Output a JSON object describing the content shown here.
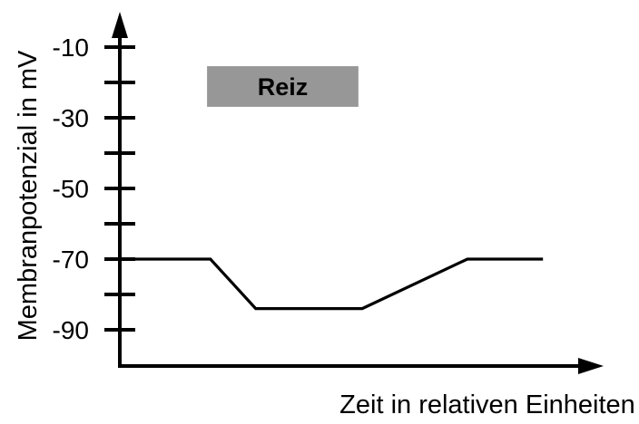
{
  "figure": {
    "background": "#ffffff",
    "axis_color": "#000000",
    "text_color": "#000000"
  },
  "chart_data": {
    "type": "line",
    "title": "",
    "xlabel": "Zeit in relativen Einheiten",
    "ylabel": "Membranpotenzial in mV",
    "xlim": [
      0,
      10
    ],
    "ylim": [
      -100,
      0
    ],
    "grid": false,
    "legend": "none",
    "x_tick_labels": [],
    "y_ticks": [
      {
        "value": -10,
        "label": "-10"
      },
      {
        "value": -20,
        "label": ""
      },
      {
        "value": -30,
        "label": "-30"
      },
      {
        "value": -40,
        "label": ""
      },
      {
        "value": -50,
        "label": "-50"
      },
      {
        "value": -60,
        "label": ""
      },
      {
        "value": -70,
        "label": "-70"
      },
      {
        "value": -80,
        "label": ""
      },
      {
        "value": -90,
        "label": "-90"
      }
    ],
    "series": [
      {
        "name": "Membranpotenzial",
        "color": "#000000",
        "points": [
          {
            "x": 0.0,
            "y": -70
          },
          {
            "x": 1.88,
            "y": -70
          },
          {
            "x": 2.82,
            "y": -84
          },
          {
            "x": 5.03,
            "y": -84
          },
          {
            "x": 7.21,
            "y": -70
          },
          {
            "x": 8.78,
            "y": -70
          }
        ]
      }
    ],
    "annotations": [
      {
        "type": "box",
        "label": "Reiz",
        "x0": 1.81,
        "x1": 4.95,
        "y0": -26.9,
        "y1": -15.4,
        "fill": "#979797",
        "text_color": "#000000"
      }
    ]
  }
}
